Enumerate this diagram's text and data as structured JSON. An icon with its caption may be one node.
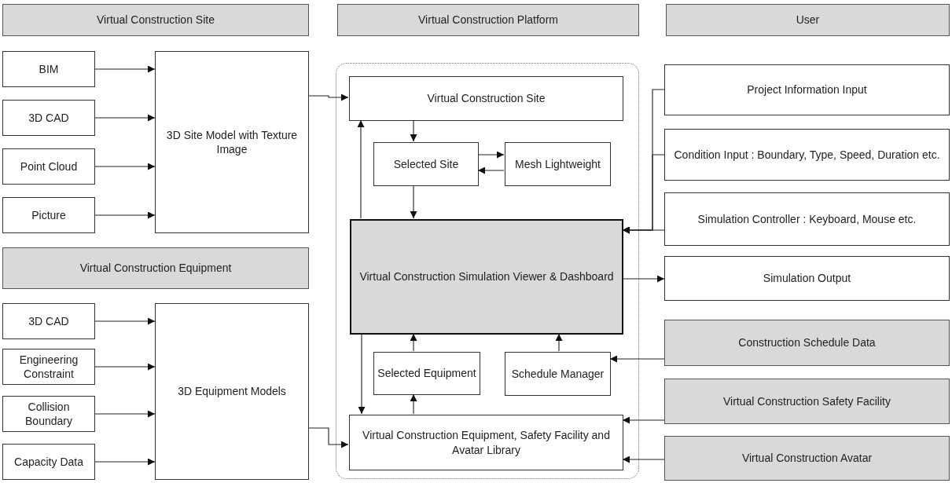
{
  "diagram": {
    "nodes": [
      {
        "text": [
          "Virtual Construction Site"
        ]
      },
      {
        "text": [
          "Virtual Construction Platform"
        ]
      },
      {
        "text": [
          "User"
        ]
      },
      {
        "text": [
          "BIM"
        ]
      },
      {
        "text": [
          "3D CAD"
        ]
      },
      {
        "text": [
          "Point Cloud"
        ]
      },
      {
        "text": [
          "Picture"
        ]
      },
      {
        "text": [
          "3D Site Model with Texture Image"
        ]
      },
      {
        "text": [
          "Virtual Construction Equipment"
        ]
      },
      {
        "text": [
          "3D CAD"
        ]
      },
      {
        "text": [
          "Engineering Constraint"
        ]
      },
      {
        "text": [
          "Collision Boundary"
        ]
      },
      {
        "text": [
          "Capacity Data"
        ]
      },
      {
        "text": [
          "3D Equipment Models"
        ]
      },
      {
        "text": [],
        "shape": "box"
      },
      {
        "text": [
          "Virtual Construction Site"
        ],
        "in": 14
      },
      {
        "text": [
          "Selected Site"
        ],
        "in": 14
      },
      {
        "text": [
          "Mesh Lightweight"
        ],
        "in": 14
      },
      {
        "text": [
          "Virtual Construction Simulation Viewer & Dashboard"
        ],
        "in": 14
      },
      {
        "text": [
          "Selected Equipment"
        ],
        "in": 14
      },
      {
        "text": [
          "Schedule Manager"
        ],
        "in": 14
      },
      {
        "text": [
          "Virtual Construction Equipment, Safety Facility and Avatar Library"
        ],
        "in": 14
      },
      {
        "text": [
          "Project Information Input"
        ]
      },
      {
        "text": [
          "Condition Input : Boundary, Type, Speed, Duration etc."
        ]
      },
      {
        "text": [
          "Simulation Controller : Keyboard, Mouse etc."
        ]
      },
      {
        "text": [
          "Simulation Output"
        ]
      },
      {
        "text": [
          "Construction Schedule Data"
        ]
      },
      {
        "text": [
          "Virtual Construction Safety Facility"
        ]
      },
      {
        "text": [
          "Virtual Construction Avatar"
        ]
      }
    ],
    "edges": [
      {
        "from": 3,
        "to": 7,
        "arrow": "to"
      },
      {
        "from": 4,
        "to": 7,
        "arrow": "to"
      },
      {
        "from": 5,
        "to": 7,
        "arrow": "to"
      },
      {
        "from": 6,
        "to": 7,
        "arrow": "to"
      },
      {
        "from": 7,
        "to": 15,
        "arrow": "to"
      },
      {
        "from": 15,
        "to": 16,
        "arrow": "to"
      },
      {
        "from": 16,
        "to": 17,
        "arrow": "to"
      },
      {
        "from": 17,
        "to": 16,
        "arrow": "to"
      },
      {
        "from": 16,
        "to": 18,
        "arrow": "to"
      },
      {
        "from": 18,
        "to": 15,
        "arrow": "to"
      },
      {
        "from": 22,
        "to": 18,
        "arrow": "to"
      },
      {
        "from": 23,
        "to": 18,
        "arrow": "to"
      },
      {
        "from": 24,
        "to": 18,
        "arrow": "to"
      },
      {
        "from": 18,
        "to": 25,
        "arrow": "to"
      },
      {
        "from": 19,
        "to": 18,
        "arrow": "to"
      },
      {
        "from": 20,
        "to": 18,
        "arrow": "to"
      },
      {
        "from": 21,
        "to": 19,
        "arrow": "to"
      },
      {
        "from": 18,
        "to": 21,
        "arrow": "to"
      },
      {
        "from": 26,
        "to": 20,
        "arrow": "to"
      },
      {
        "from": 27,
        "to": 21,
        "arrow": "to"
      },
      {
        "from": 28,
        "to": 21,
        "arrow": "to"
      },
      {
        "from": 9,
        "to": 13,
        "arrow": "to"
      },
      {
        "from": 10,
        "to": 13,
        "arrow": "to"
      },
      {
        "from": 11,
        "to": 13,
        "arrow": "to"
      },
      {
        "from": 12,
        "to": 13,
        "arrow": "to"
      },
      {
        "from": 13,
        "to": 21,
        "arrow": "to"
      }
    ]
  }
}
